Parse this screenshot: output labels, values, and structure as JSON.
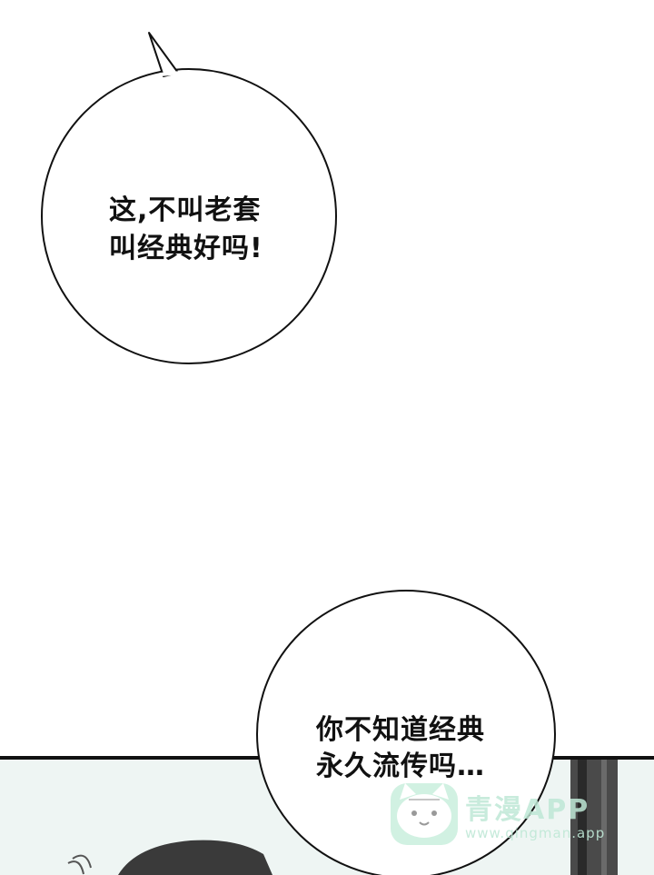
{
  "bubble_top": {
    "lines": [
      "这,不叫老套",
      "叫经典好吗!"
    ]
  },
  "bubble_bottom": {
    "lines": [
      "你不知道经典",
      "永久流传吗…"
    ]
  },
  "watermark": {
    "title": "青漫APP",
    "url": "www.qingman.app",
    "icon": "cat-face-icon"
  },
  "colors": {
    "ink": "#111111",
    "panel_bg": "#eef5f3",
    "watermark": "#bfe8d6"
  }
}
